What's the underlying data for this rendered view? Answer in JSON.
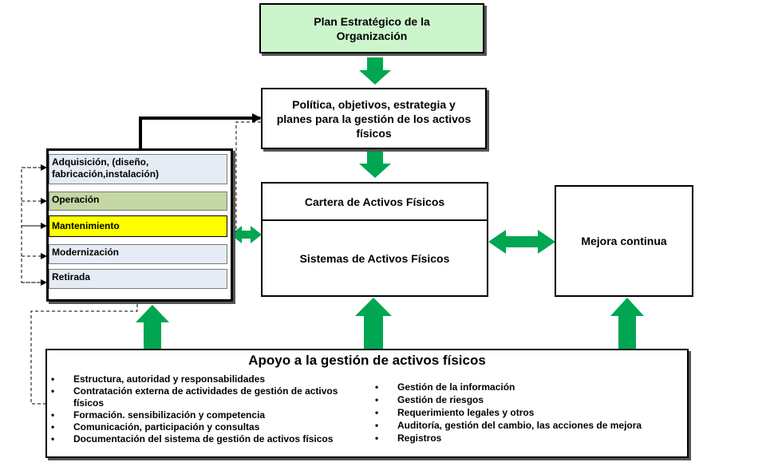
{
  "plan": "Plan Estratégico de la Organización",
  "politica": "Política, objetivos, estrategia y planes para la gestión de los activos físicos",
  "cartera": "Cartera de Activos Físicos",
  "sistemas": "Sistemas de Activos Físicos",
  "mejora": "Mejora continua",
  "lifecycle": [
    "Adquisición, (diseño, fabricación,instalación)",
    "Operación",
    "Mantenimiento",
    "Modernización",
    "Retirada"
  ],
  "apoyo": {
    "title": "Apoyo a la gestión de activos físicos",
    "left_items": [
      "Estructura, autoridad y responsabilidades",
      "Contratación externa de actividades de gestión de activos físicos",
      "Formación. sensibilización y competencia",
      "Comunicación, participación y consultas",
      "Documentación del sistema de gestión de activos físicos"
    ],
    "right_items": [
      "Gestión de la información",
      "Gestión de riesgos",
      "Requerimiento legales y otros",
      "Auditoría, gestión del cambio, las acciones de mejora",
      "Registros"
    ]
  },
  "colors": {
    "plan_fill": "#ccf5cc",
    "arrow_green": "#00a651",
    "adquisicion_fill": "#e6ecf5",
    "operacion_fill": "#c4d7a4",
    "mantenimiento_fill": "#ffff00",
    "modernizacion_fill": "#e6ecf5",
    "retirada_fill": "#e6ecf5"
  }
}
